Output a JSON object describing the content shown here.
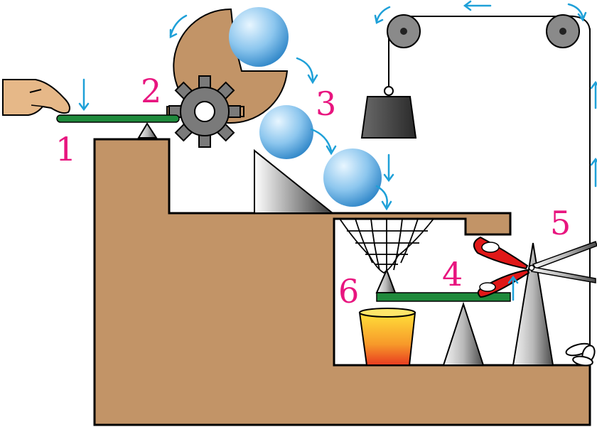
{
  "step_labels": [
    {
      "text": "1",
      "id": "1"
    },
    {
      "text": "2",
      "id": "2"
    },
    {
      "text": "3",
      "id": "3"
    },
    {
      "text": "4",
      "id": "4"
    },
    {
      "text": "5",
      "id": "5"
    },
    {
      "text": "6",
      "id": "6"
    }
  ],
  "colors": {
    "label": "#e8157f",
    "wood": "#c29467",
    "outline": "#000000",
    "lever_green": "#1f8a3c",
    "arrow_blue": "#1ea0d8",
    "ball_light": "#e8f6ff",
    "ball_dark": "#2f86c8",
    "scissor_red": "#e01818",
    "gear_grey": "#7a7a7a",
    "weight_dark": "#3a3a3a",
    "bucket_top": "#ffe03a",
    "bucket_bottom": "#e83a20"
  },
  "icons": [
    "hand-icon",
    "gear-icon",
    "balls-icon",
    "pulley-icon",
    "weight-icon",
    "net-icon",
    "scissors-icon",
    "bucket-icon",
    "cone-icon",
    "propeller-icon"
  ]
}
